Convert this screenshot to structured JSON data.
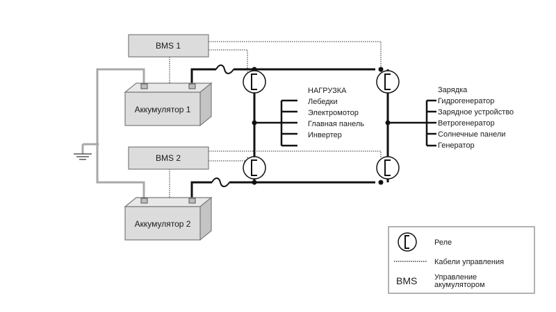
{
  "bms": [
    {
      "label": "BMS 1"
    },
    {
      "label": "BMS 2"
    }
  ],
  "batteries": [
    {
      "label": "Аккумулятор 1"
    },
    {
      "label": "Аккумулятор 2"
    }
  ],
  "load": {
    "title": "НАГРУЗКА",
    "items": [
      "Лебедки",
      "Электромотор",
      "Главная панель",
      "Инвертер"
    ]
  },
  "charging": {
    "title": "Зарядка",
    "items": [
      "Гидрогенератор",
      "Зарядное устройство",
      "Ветрогенератор",
      "Солнечные панели",
      "Генератор"
    ]
  },
  "legend": {
    "relay_label": "Реле",
    "control_cable_label": "Кабели управления",
    "bms_symbol": "BMS",
    "bms_desc_line1": "Управление",
    "bms_desc_line2": "акумулятором"
  },
  "colors": {
    "main_wire": "#111111",
    "ground_wire": "#a8a8a8",
    "box_fill": "#dcdcdc",
    "box_stroke": "#7a7a7a",
    "control_cable": "#555555"
  }
}
